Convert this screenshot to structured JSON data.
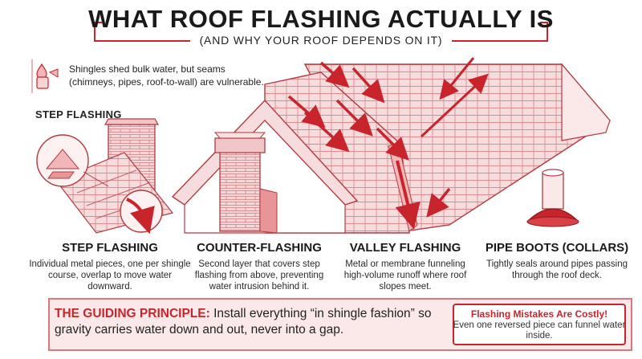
{
  "header": {
    "title": "WHAT ROOF FLASHING ACTUALLY IS",
    "subtitle": "(AND WHY YOUR ROOF DEPENDS ON IT)"
  },
  "intro": {
    "text": "Shingles shed bulk water, but seams (chimneys, pipes, roof-to-wall) are vulnerable."
  },
  "illustration": {
    "step_heading": "STEP FLASHING"
  },
  "columns": [
    {
      "title": "STEP FLASHING",
      "desc": "Individual metal pieces, one per shingle course, overlap to move water downward."
    },
    {
      "title": "COUNTER-FLASHING",
      "desc": "Second layer that covers step flashing from above, preventing water intrusion behind it."
    },
    {
      "title": "VALLEY FLASHING",
      "desc": "Metal or membrane funneling high-volume runoff where roof slopes meet."
    },
    {
      "title": "PIPE BOOTS (COLLARS)",
      "desc": "Tightly seals around pipes passing through the roof deck."
    }
  ],
  "principle": {
    "lead": "THE GUIDING PRINCIPLE:",
    "text": " Install everything “in shingle fashion” so gravity carries water down and out, never into a gap."
  },
  "mistake": {
    "title": "Flashing Mistakes Are Costly!",
    "desc": "Even one reversed piece can funnel water inside."
  },
  "colors": {
    "accent": "#c8242b",
    "light": "#fbe9ea",
    "line": "#d9787c"
  }
}
